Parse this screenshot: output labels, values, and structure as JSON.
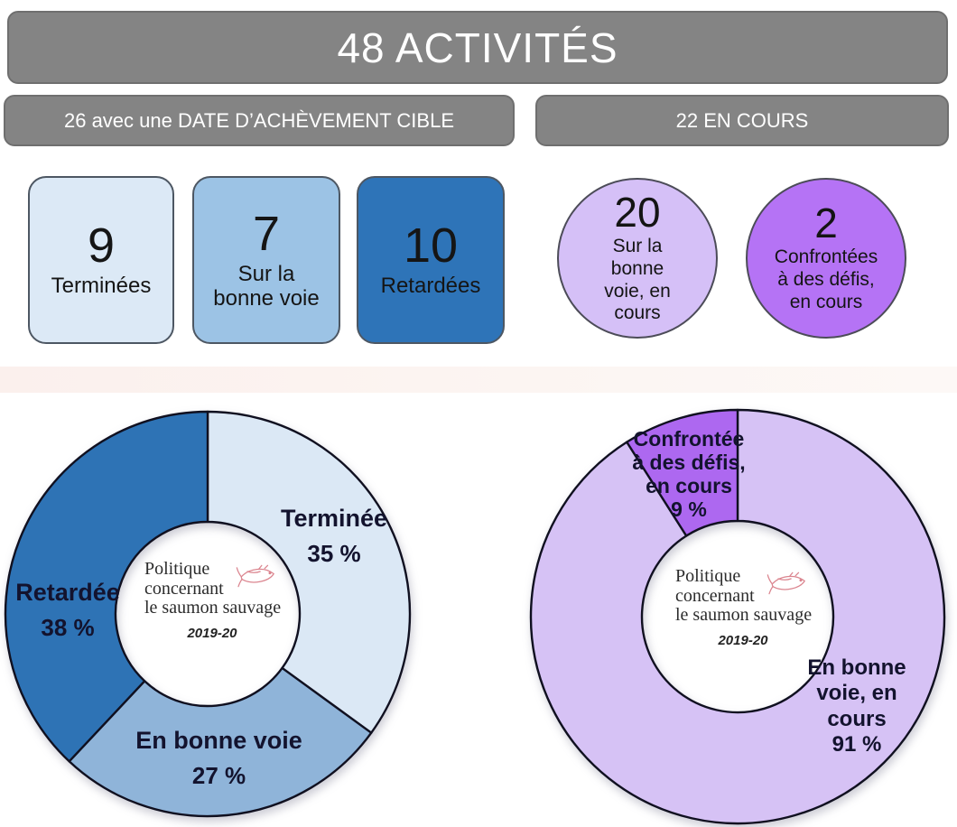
{
  "header": {
    "title": "48 ACTIVITÉS",
    "bg_color": "#848484",
    "text_color": "#ffffff"
  },
  "subheaders": {
    "left": {
      "label": "26 avec une DATE D’ACHÈVEMENT CIBLE"
    },
    "right": {
      "label": "22 EN COURS"
    }
  },
  "cards": [
    {
      "value": "9",
      "label": "Terminées",
      "color": "#dce9f6"
    },
    {
      "value": "7",
      "label": "Sur la bonne voie",
      "color": "#9cc3e5"
    },
    {
      "value": "10",
      "label": "Retardées",
      "color": "#2e74b8"
    }
  ],
  "status_circles": [
    {
      "value": "20",
      "label": "Sur la bonne voie, en cours",
      "color": "#d5c0f7"
    },
    {
      "value": "2",
      "label": "Confrontées à des défis, en cours",
      "color": "#b573f5"
    }
  ],
  "logo": {
    "line1": "Politique",
    "line2": "concernant",
    "line3": "le saumon sauvage",
    "year": "2019-20",
    "icon": "salmon-sketch-icon",
    "icon_color": "#db858f"
  },
  "chart_data": [
    {
      "type": "pie",
      "variant": "donut",
      "group_title": "26 avec une DATE D’ACHÈVEMENT CIBLE",
      "start_angle_deg": 0,
      "direction": "clockwise",
      "legend": "none",
      "slices": [
        {
          "label": "Terminée",
          "pct": 35,
          "color": "#dbe8f5"
        },
        {
          "label": "En bonne voie",
          "pct": 27,
          "color": "#8fb4d9"
        },
        {
          "label": "Retardée",
          "pct": 38,
          "color": "#2e73b5"
        }
      ]
    },
    {
      "type": "pie",
      "variant": "donut",
      "group_title": "22 EN COURS",
      "start_angle_deg": 0,
      "direction": "clockwise",
      "legend": "none",
      "slices": [
        {
          "label": "En bonne voie, en cours",
          "pct": 91,
          "color": "#d6c2f5"
        },
        {
          "label": "Confrontée à des défis, en cours",
          "pct": 9,
          "color": "#ad68f0"
        }
      ]
    }
  ],
  "donut_annotations": {
    "left": {
      "terminee": {
        "title": "Terminée",
        "pct_label": "35 %"
      },
      "retardee": {
        "title": "Retardée",
        "pct_label": "38 %"
      },
      "en_bonne_voie": {
        "title": "En bonne voie",
        "pct_label": "27 %"
      }
    },
    "right": {
      "confrontee": {
        "lines": [
          "Confrontée",
          "à des défis,",
          "en cours"
        ],
        "pct_label": "9 %"
      },
      "en_bonne_voie": {
        "lines": [
          "En bonne",
          "voie, en",
          "cours"
        ],
        "pct_label": "91 %"
      }
    }
  }
}
